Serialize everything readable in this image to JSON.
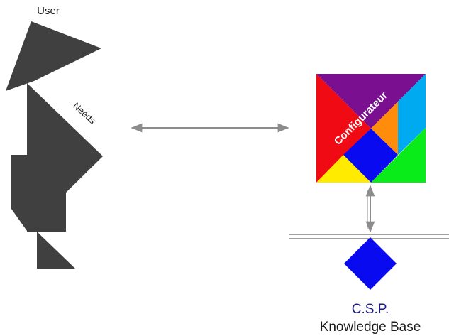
{
  "labels": {
    "user": "User",
    "needs": "Needs",
    "configurator": "Configurateur",
    "csp": "C.S.P.",
    "knowledge_base": "Knowledge Base"
  },
  "colors": {
    "user_figure": "#404040",
    "arrow": "#8c8c8c",
    "csp_text": "#1a1a8c",
    "knowledge_base_text": "#1a1a1a",
    "diamond": "#0a0af0",
    "tangram_purple": "#7a1090",
    "tangram_red": "#f00a14",
    "tangram_cyan": "#00aaf0",
    "tangram_orange": "#ff8c0a",
    "tangram_green": "#0aeb1a",
    "tangram_yellow": "#ffeb00",
    "tangram_blue": "#0a0af0"
  },
  "icons": {
    "user": "tangram-person-icon",
    "configurator": "tangram-square-icon",
    "knowledge_base": "diamond-icon"
  }
}
